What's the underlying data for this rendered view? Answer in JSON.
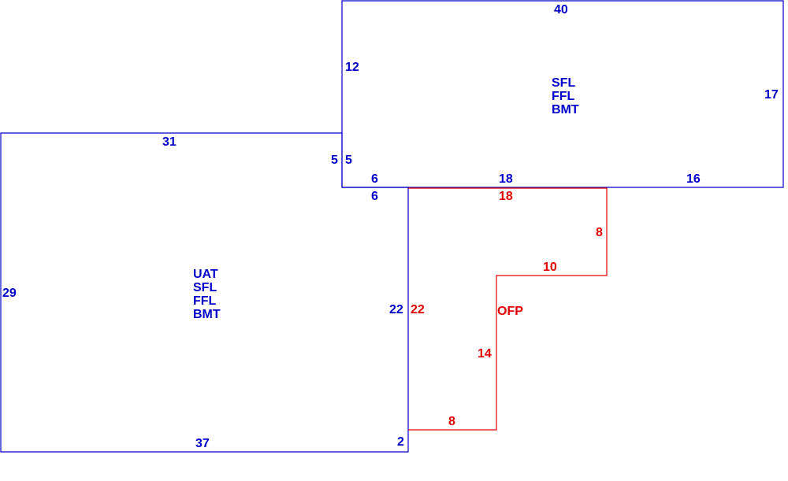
{
  "colors": {
    "main_structure": "#0000c8",
    "open_area": "#e00000",
    "background": "#ffffff"
  },
  "upper_block": {
    "codes": [
      "SFL",
      "FFL",
      "BMT"
    ],
    "dims": {
      "top": "40",
      "left_upper": "12",
      "left_lower": "5",
      "right": "17",
      "bottom_left": "6",
      "bottom_middle": "18",
      "bottom_right": "16"
    }
  },
  "lower_block": {
    "codes": [
      "UAT",
      "SFL",
      "FFL",
      "BMT"
    ],
    "dims": {
      "top": "31",
      "top_right_step": "5",
      "inner_top": "6",
      "left": "29",
      "right": "22",
      "bottom": "37",
      "bottom_right": "2"
    }
  },
  "open_area": {
    "code": "OFP",
    "dims": {
      "top": "18",
      "right_drop": "8",
      "step_top": "10",
      "step_side": "14",
      "bottom": "8",
      "left": "22"
    }
  }
}
